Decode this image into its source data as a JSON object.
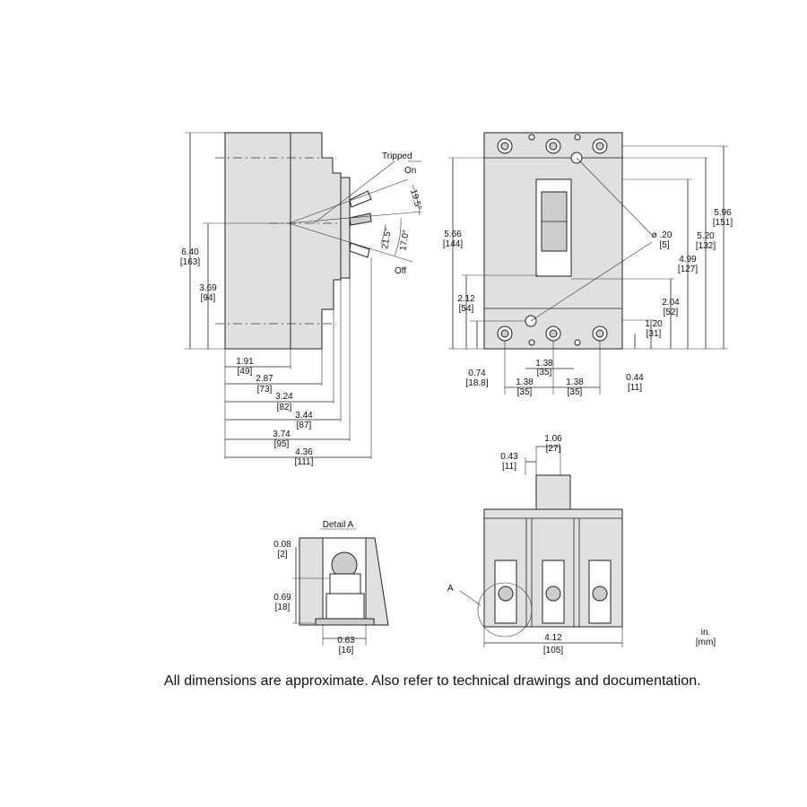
{
  "side_view": {
    "overall_height": {
      "in": "6.40",
      "mm": "[163]"
    },
    "handle_height": {
      "in": "3.69",
      "mm": "[94]"
    },
    "depths": [
      {
        "in": "1.91",
        "mm": "[49]"
      },
      {
        "in": "2.87",
        "mm": "[73]"
      },
      {
        "in": "3.24",
        "mm": "[82]"
      },
      {
        "in": "3.44",
        "mm": "[87]"
      },
      {
        "in": "3.74",
        "mm": "[95]"
      },
      {
        "in": "4.36",
        "mm": "[111]"
      }
    ],
    "handle_positions": {
      "tripped": "Tripped",
      "on": "On",
      "off": "Off"
    },
    "angles": {
      "a1": "19.5°",
      "a2": "21.5°",
      "a3": "17.0°"
    }
  },
  "front_view": {
    "height_566": {
      "in": "5.66",
      "mm": "[144]"
    },
    "height_212": {
      "in": "2.12",
      "mm": "[54]"
    },
    "height_074": {
      "in": "0.74",
      "mm": "[18.8]"
    },
    "hole": {
      "in": "ø .20",
      "mm": "[5]"
    },
    "height_596": {
      "in": "5.96",
      "mm": "[151]"
    },
    "height_520": {
      "in": "5.20",
      "mm": "[132]"
    },
    "height_499": {
      "in": "4.99",
      "mm": "[127]"
    },
    "height_204": {
      "in": "2.04",
      "mm": "[52]"
    },
    "height_120": {
      "in": "1.20",
      "mm": "[31]"
    },
    "height_044": {
      "in": "0.44",
      "mm": "[11]"
    },
    "pitch_mid": {
      "in": "1.38",
      "mm": "[35]"
    },
    "pitch_left": {
      "in": "1.38",
      "mm": "[35]"
    },
    "pitch_right": {
      "in": "1.38",
      "mm": "[35]"
    }
  },
  "bottom_view": {
    "handle_width": {
      "in": "1.06",
      "mm": "[27]"
    },
    "handle_offset": {
      "in": "0.43",
      "mm": "[11]"
    },
    "overall_width": {
      "in": "4.12",
      "mm": "[105]"
    },
    "detail_ref": "A",
    "units_in": "in.",
    "units_mm": "[mm]"
  },
  "detail_a": {
    "title": "Detail A",
    "d1": {
      "in": "0.08",
      "mm": "[2]"
    },
    "d2": {
      "in": "0.69",
      "mm": "[18]"
    },
    "d3": {
      "in": "0.63",
      "mm": "[16]"
    }
  },
  "footnote": "All dimensions are approximate.  Also refer to technical drawings and documentation."
}
